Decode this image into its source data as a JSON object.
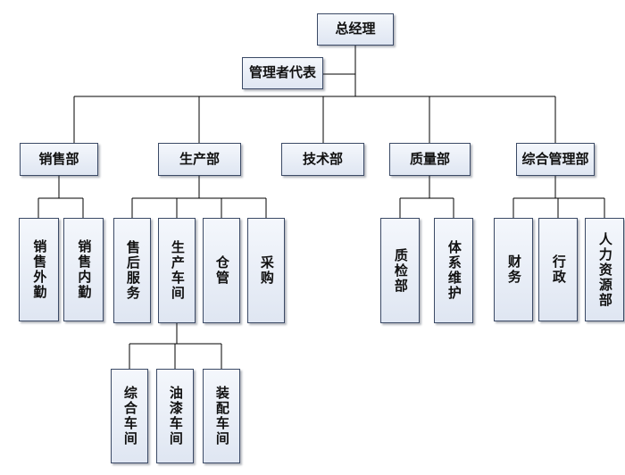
{
  "nodes": {
    "gm": "总经理",
    "rep": "管理者代表",
    "sales": "销售部",
    "prod": "生产部",
    "tech": "技术部",
    "qual": "质量部",
    "admin": "综合管理部",
    "sales_out": "销售外勤",
    "sales_in": "销售内勤",
    "after_sales": "售后服务",
    "prod_ws": "生产车间",
    "warehouse": "仓管",
    "purchase": "采购",
    "qc": "质检部",
    "system": "体系维护",
    "finance": "财务",
    "admin_office": "行政",
    "hr": "人力资源部",
    "ws_general": "综合车间",
    "ws_paint": "油漆车间",
    "ws_assembly": "装配车间"
  },
  "colors": {
    "border": "#3b4a66",
    "fill_top": "#f4f7fc",
    "fill_bottom": "#dfe6f2",
    "line": "#000000"
  }
}
